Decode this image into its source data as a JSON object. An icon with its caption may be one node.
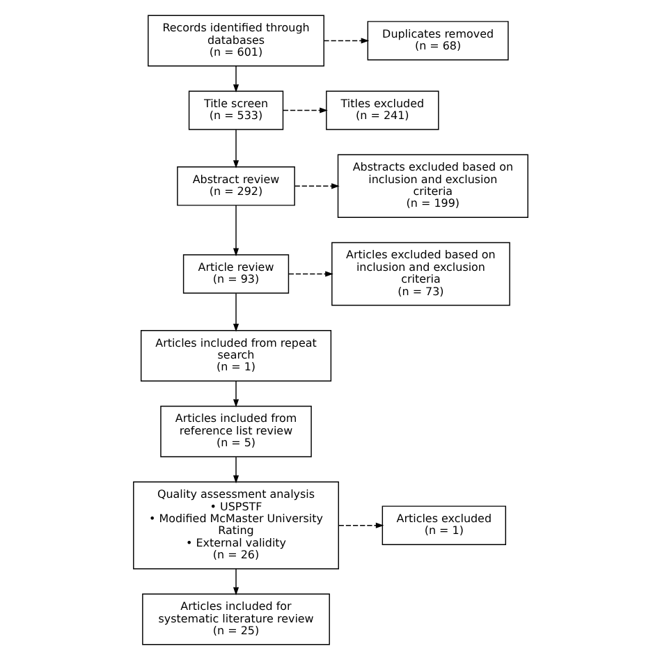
{
  "diagram": {
    "nodes": [
      {
        "text": [
          "Records identified through databases",
          "(n = 601)"
        ]
      },
      {
        "text": [
          "Duplicates removed",
          "(n = 68)"
        ]
      },
      {
        "text": [
          "Title screen",
          "(n = 533)"
        ]
      },
      {
        "text": [
          "Titles excluded",
          "(n = 241)"
        ]
      },
      {
        "text": [
          "Abstract review",
          "(n = 292)"
        ]
      },
      {
        "text": [
          "Abstracts excluded based on inclusion and exclusion criteria",
          "(n = 199)"
        ]
      },
      {
        "text": [
          "Article review",
          "(n = 93)"
        ]
      },
      {
        "text": [
          "Articles excluded based on inclusion and exclusion criteria",
          "(n = 73)"
        ]
      },
      {
        "text": [
          "Articles included from repeat search",
          "(n = 1)"
        ]
      },
      {
        "text": [
          "Articles included from reference list review",
          "(n = 5)"
        ]
      },
      {
        "text": [
          "Quality assessment analysis",
          "• USPSTF",
          "• Modified McMaster University Rating",
          "• External validity",
          "(n = 26)"
        ]
      },
      {
        "text": [
          "Articles excluded",
          "(n = 1)"
        ]
      },
      {
        "text": [
          "Articles included for systematic literature review",
          "(n = 25)"
        ]
      }
    ],
    "edges": [
      {
        "from": 0,
        "to": 2,
        "arrow": "to"
      },
      {
        "from": 0,
        "to": 1,
        "arrow": "to",
        "style": "dashed"
      },
      {
        "from": 2,
        "to": 3,
        "arrow": "to",
        "style": "dashed"
      },
      {
        "from": 2,
        "to": 4,
        "arrow": "to"
      },
      {
        "from": 4,
        "to": 6,
        "arrow": "to"
      },
      {
        "from": 4,
        "to": 5,
        "arrow": "to",
        "style": "dashed"
      },
      {
        "from": 6,
        "to": 8,
        "arrow": "to"
      },
      {
        "from": 6,
        "to": 7,
        "arrow": "to",
        "style": "dashed"
      },
      {
        "from": 8,
        "to": 9,
        "arrow": "to"
      },
      {
        "from": 9,
        "to": 10,
        "arrow": "to"
      },
      {
        "from": 10,
        "to": 12,
        "arrow": "to"
      },
      {
        "from": 10,
        "to": 11,
        "arrow": "to",
        "style": "dashed"
      }
    ]
  }
}
